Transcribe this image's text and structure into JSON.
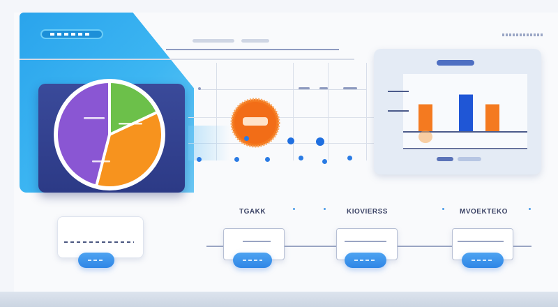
{
  "labels": {
    "col1": "TGAKK",
    "col2": "KIOVIERSS",
    "col3": "MVOEKTEKO"
  },
  "colors": {
    "hero_blue": "#2aa4ec",
    "pie_green": "#6cc04a",
    "pie_orange": "#f7931e",
    "pie_purple": "#8a56d3",
    "accent_orange": "#f47a20",
    "bar_blue": "#1f56d6",
    "button_blue": "#3a8fe9"
  },
  "icons": {
    "badge": "orange-badge-icon",
    "pie": "pie-chart-icon",
    "bars": "bar-chart-icon"
  },
  "chart_data": [
    {
      "type": "pie",
      "categories": [
        "",
        "",
        ""
      ],
      "values": [
        18,
        36,
        46
      ],
      "colors": [
        "#6cc04a",
        "#f7931e",
        "#8a56d3"
      ]
    },
    {
      "type": "bar",
      "categories": [
        "",
        "",
        ""
      ],
      "values": [
        0.55,
        0.75,
        0.55
      ],
      "colors": [
        "#f47a20",
        "#1f56d6",
        "#f47a20"
      ],
      "ylim": [
        0,
        1
      ]
    }
  ]
}
